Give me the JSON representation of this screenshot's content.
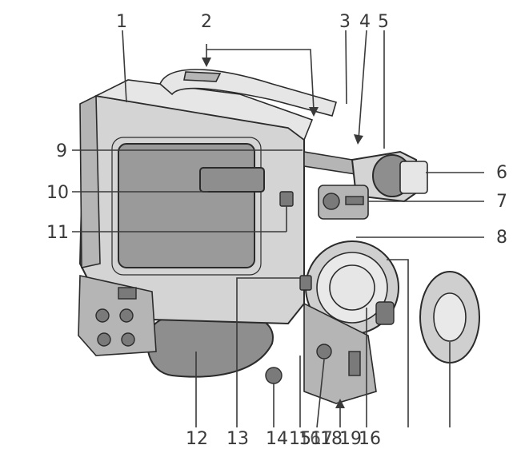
{
  "callouts": [
    {
      "id": "1",
      "label": "1"
    },
    {
      "id": "2",
      "label": "2"
    },
    {
      "id": "3",
      "label": "3"
    },
    {
      "id": "4",
      "label": "4"
    },
    {
      "id": "5",
      "label": "5"
    },
    {
      "id": "6",
      "label": "6"
    },
    {
      "id": "7",
      "label": "7"
    },
    {
      "id": "8",
      "label": "8"
    },
    {
      "id": "9",
      "label": "9"
    },
    {
      "id": "10",
      "label": "10"
    },
    {
      "id": "11",
      "label": "11"
    },
    {
      "id": "12",
      "label": "12"
    },
    {
      "id": "13",
      "label": "13"
    },
    {
      "id": "14",
      "label": "14"
    },
    {
      "id": "15",
      "label": "15"
    },
    {
      "id": "16a",
      "label": "16"
    },
    {
      "id": "17",
      "label": "17"
    },
    {
      "id": "18",
      "label": "18"
    },
    {
      "id": "19",
      "label": "19"
    },
    {
      "id": "16b",
      "label": "16"
    }
  ]
}
